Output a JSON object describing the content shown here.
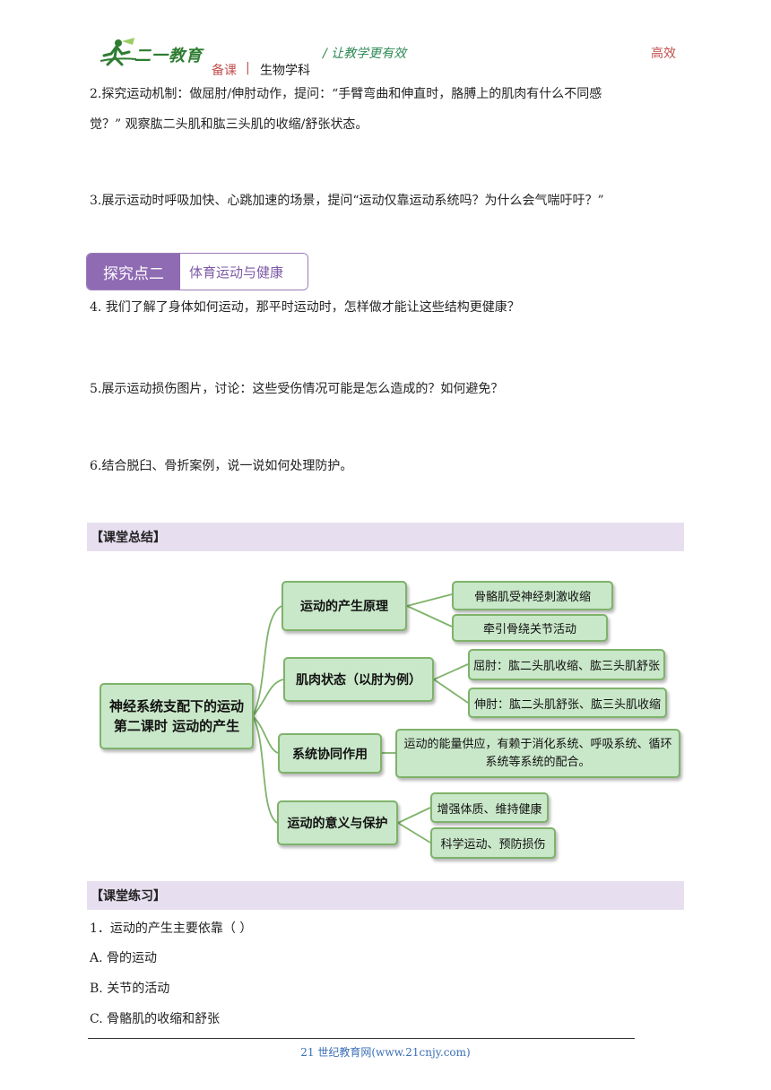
{
  "header": {
    "logo_text": "二一教育",
    "slogan": "/ 让教学更有效",
    "right_label": "高效",
    "category": "备课",
    "separator": "|",
    "subject": "生物学科"
  },
  "paragraphs": {
    "p2_line1": "2.探究运动机制：做屈肘/伸肘动作，提问：“手臂弯曲和伸直时，胳膊上的肌肉有什么不同感",
    "p2_line2": "觉？” 观察肱二头肌和肱三头肌的收缩/舒张状态。",
    "p3": "3.展示运动时呼吸加快、心跳加速的场景，提问“运动仅靠运动系统吗？为什么会气喘吁吁？”",
    "p4": "4. 我们了解了身体如何运动，那平时运动时，怎样做才能让这些结构更健康？",
    "p5": "5.展示运动损伤图片，讨论：这些受伤情况可能是怎么造成的？如何避免？",
    "p6": "6.结合脱臼、骨折案例，说一说如何处理防护。"
  },
  "section_tag": {
    "left": "探究点二",
    "right": "体育运动与健康"
  },
  "summary_heading": "【课堂总结】",
  "mindmap": {
    "main_line1": "神经系统支配下的运动",
    "main_line2": "第二课时 运动的产生",
    "branch1": "运动的产生原理",
    "branch1_leaf1": "骨骼肌受神经刺激收缩",
    "branch1_leaf2": "牵引骨绕关节活动",
    "branch2": "肌肉状态（以肘为例）",
    "branch2_leaf1": "屈肘：肱二头肌收缩、肱三头肌舒张",
    "branch2_leaf2": "伸肘：肱二头肌舒张、肱三头肌收缩",
    "branch3": "系统协同作用",
    "branch3_leaf1": "运动的能量供应，有赖于消化系统、呼吸系统、循环系统等系统的配合。",
    "branch4": "运动的意义与保护",
    "branch4_leaf1": "增强体质、维持健康",
    "branch4_leaf2": "科学运动、预防损伤"
  },
  "practice_heading": "【课堂练习】",
  "question": {
    "stem": "1．运动的产生主要依靠（ ）",
    "options": [
      "A. 骨的运动",
      "B. 关节的活动",
      "C. 骨骼肌的收缩和舒张"
    ]
  },
  "footer": "21 世纪教育网(www.21cnjy.com)",
  "colors": {
    "accent_purple": "#8f6bb3",
    "band_purple": "#e7dff0",
    "mindmap_fill": "#c9e7c9",
    "mindmap_border": "#7eb36a",
    "header_red": "#c0504d",
    "slogan_green": "#2e8b57"
  }
}
